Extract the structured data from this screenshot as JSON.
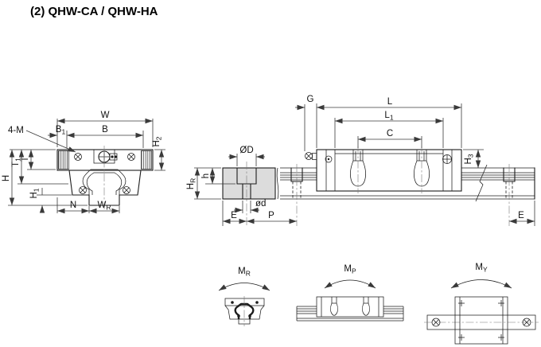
{
  "title": "(2) QHW-CA / QHW-HA",
  "front_view": {
    "w": "W",
    "b1": {
      "main": "B",
      "sub": "1"
    },
    "b": "B",
    "four_m": "4-M",
    "h2": {
      "main": "H",
      "sub": "2"
    },
    "t": "T",
    "t1": {
      "main": "T",
      "sub": "1"
    },
    "h": "H",
    "h1": {
      "main": "H",
      "sub": "1"
    },
    "n": "N",
    "wr": {
      "main": "W",
      "sub": "R"
    }
  },
  "side_view": {
    "g": "G",
    "l": "L",
    "l1": {
      "main": "L",
      "sub": "1"
    },
    "c": "C",
    "h3": {
      "main": "H",
      "sub": "3"
    },
    "d_big": "ØD",
    "d_small": "ød",
    "h_small": "h",
    "hr": {
      "main": "H",
      "sub": "R"
    },
    "e_left": "E",
    "p": "P",
    "e_right": "E"
  },
  "moments": {
    "mr": {
      "main": "M",
      "sub": "R"
    },
    "mp": {
      "main": "M",
      "sub": "P"
    },
    "my": {
      "main": "M",
      "sub": "Y"
    }
  }
}
